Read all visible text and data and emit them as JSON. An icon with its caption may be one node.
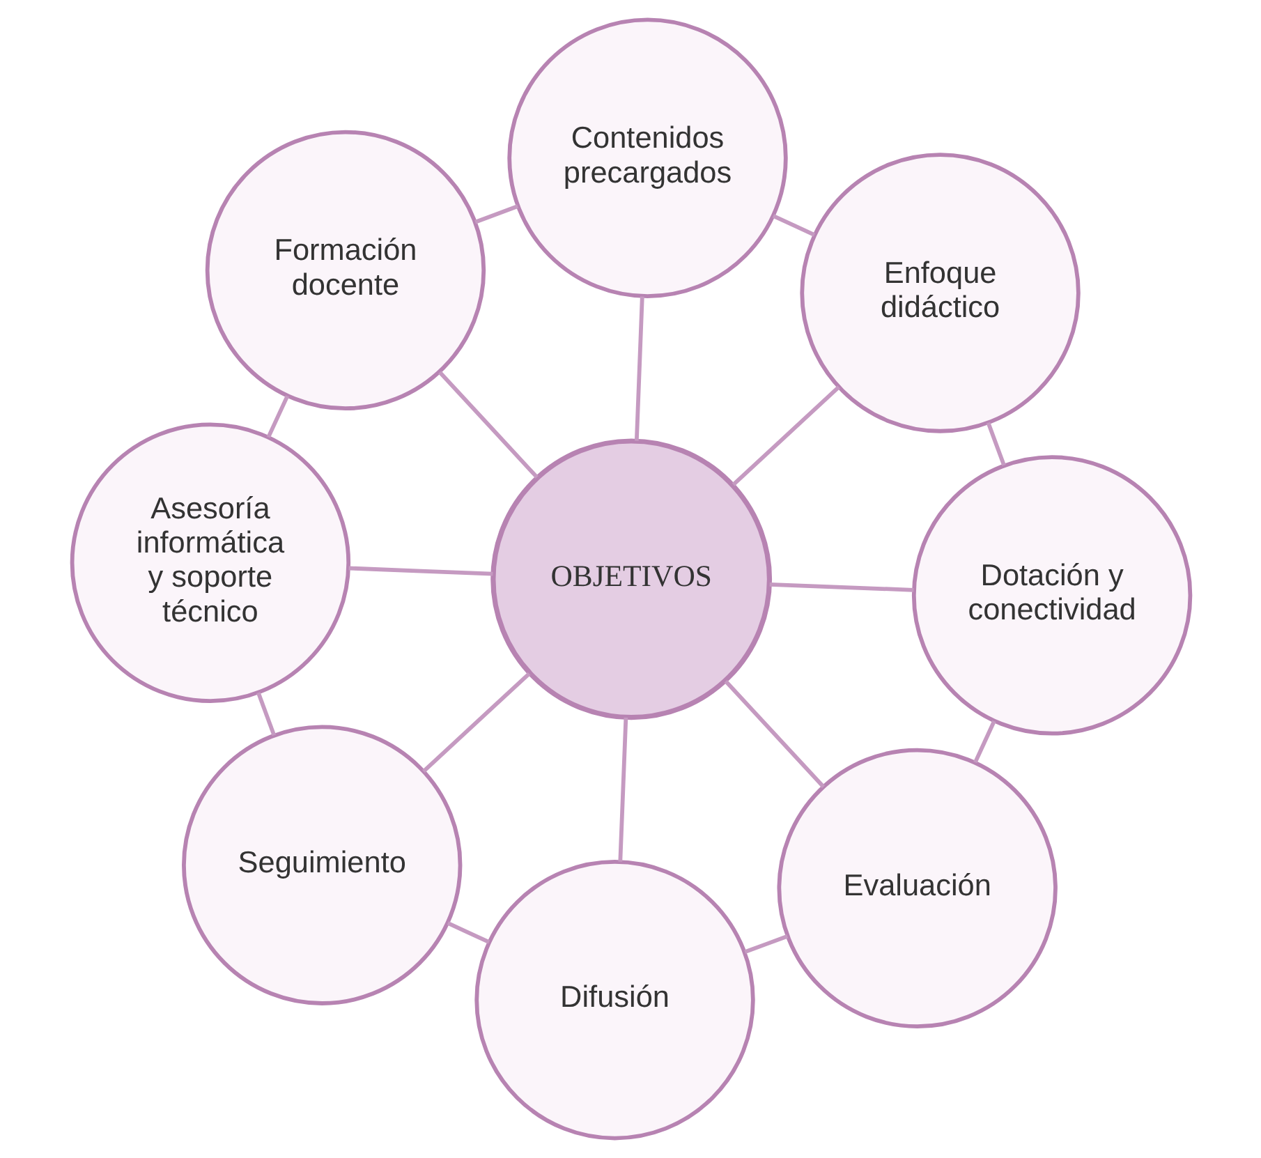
{
  "diagram": {
    "nodes": [
      {
        "text": [
          "OBJETIVOS"
        ]
      },
      {
        "text": [
          "Dotación y conectividad"
        ]
      },
      {
        "text": [
          "Enfoque didáctico"
        ]
      },
      {
        "text": [
          "Contenidos precargados"
        ]
      },
      {
        "text": [
          "Formación docente"
        ]
      },
      {
        "text": [
          "Asesoría informática y soporte técnico"
        ]
      },
      {
        "text": [
          "Seguimiento"
        ]
      },
      {
        "text": [
          "Difusión"
        ]
      },
      {
        "text": [
          "Evaluación"
        ]
      }
    ],
    "edges": [
      {
        "from": 0,
        "to": 1,
        "arrow": "none"
      },
      {
        "from": 0,
        "to": 2,
        "arrow": "none"
      },
      {
        "from": 0,
        "to": 3,
        "arrow": "none"
      },
      {
        "from": 0,
        "to": 4,
        "arrow": "none"
      },
      {
        "from": 0,
        "to": 5,
        "arrow": "none"
      },
      {
        "from": 0,
        "to": 6,
        "arrow": "none"
      },
      {
        "from": 0,
        "to": 7,
        "arrow": "none"
      },
      {
        "from": 0,
        "to": 8,
        "arrow": "none"
      },
      {
        "from": 1,
        "to": 2,
        "arrow": "none"
      },
      {
        "from": 2,
        "to": 3,
        "arrow": "none"
      },
      {
        "from": 3,
        "to": 4,
        "arrow": "none"
      },
      {
        "from": 4,
        "to": 5,
        "arrow": "none"
      },
      {
        "from": 5,
        "to": 6,
        "arrow": "none"
      },
      {
        "from": 6,
        "to": 7,
        "arrow": "none"
      },
      {
        "from": 7,
        "to": 8,
        "arrow": "none"
      },
      {
        "from": 8,
        "to": 1,
        "arrow": "none"
      }
    ]
  }
}
